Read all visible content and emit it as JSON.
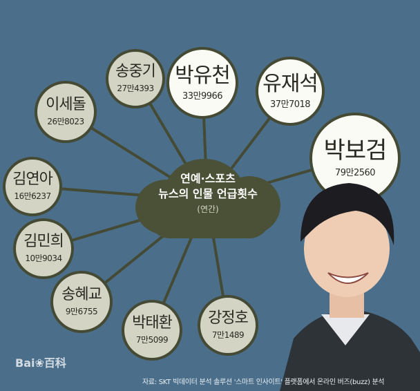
{
  "center": {
    "line1": "연예·스포츠",
    "line2": "뉴스의 인물 언급횟수",
    "line3": "(연간)"
  },
  "people": [
    {
      "name": "박보검",
      "count": "79만2560",
      "highlight": true
    },
    {
      "name": "유재석",
      "count": "37만7018",
      "highlight": true
    },
    {
      "name": "박유천",
      "count": "33만9966",
      "highlight": true
    },
    {
      "name": "송중기",
      "count": "27만4393",
      "highlight": false
    },
    {
      "name": "이세돌",
      "count": "26만8023",
      "highlight": false
    },
    {
      "name": "김연아",
      "count": "16만6237",
      "highlight": false
    },
    {
      "name": "김민희",
      "count": "10만9034",
      "highlight": false
    },
    {
      "name": "송혜교",
      "count": "9만6755",
      "highlight": false
    },
    {
      "name": "박태환",
      "count": "7만5099",
      "highlight": false
    },
    {
      "name": "강정호",
      "count": "7만1489",
      "highlight": false
    }
  ],
  "source": "자료: SKT 빅데이터 분석 솔루션 '스마트 인사이트' 플랫폼에서 온라인 버즈(buzz) 분석",
  "watermark": "Bai百科",
  "colors": {
    "background": "#4b6f8b",
    "node": "#d3d4c4",
    "node_highlight": "#fbfbf6",
    "border": "#444a33",
    "cloud": "#4b5137"
  }
}
